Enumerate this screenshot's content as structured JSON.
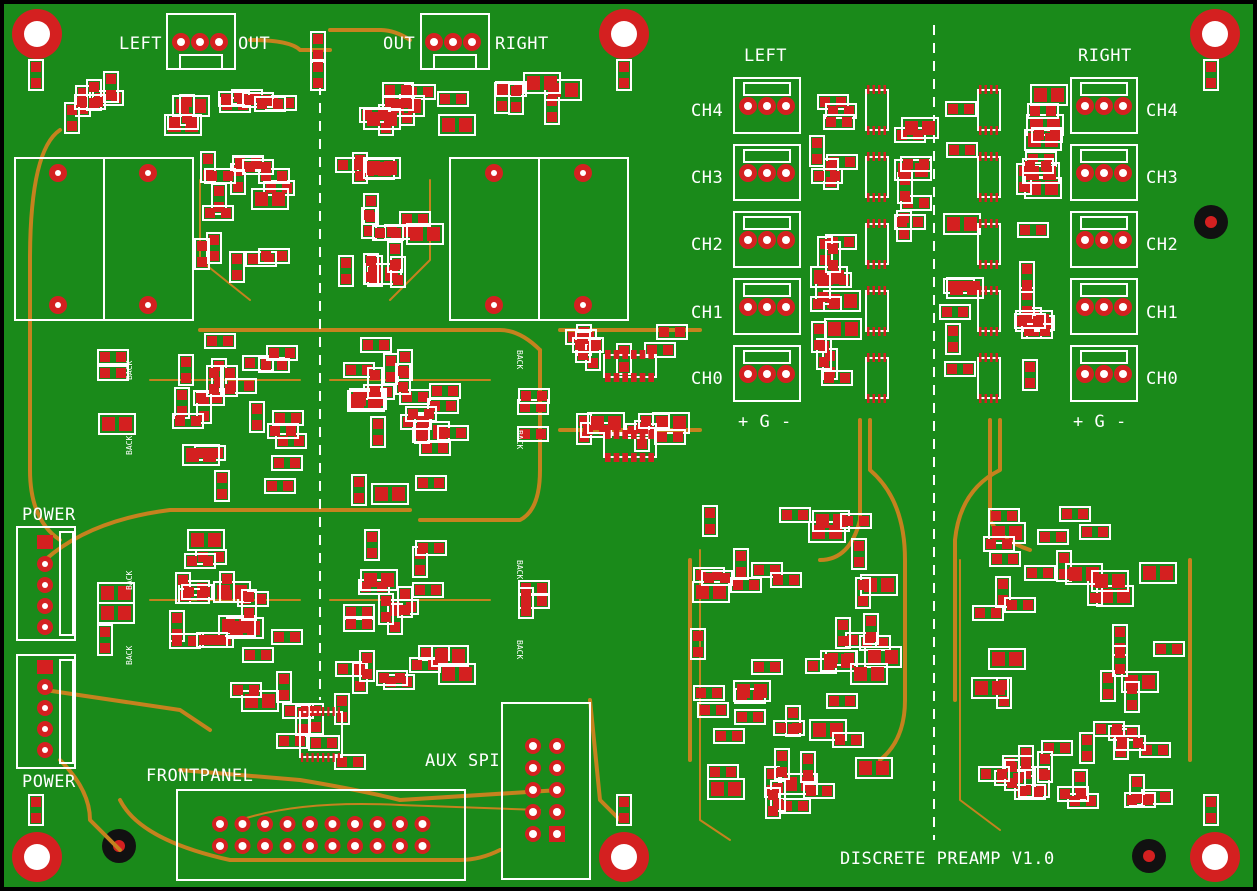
{
  "board": {
    "background_color": "#1a8a1a",
    "silkscreen_color": "#ffffff",
    "copper_color": "#d42020",
    "trace_color": "#c5821e",
    "title": "DISCRETE PREAMP V1.0"
  },
  "output_labels": {
    "left": "LEFT",
    "left_out": "OUT",
    "right_out": "OUT",
    "right": "RIGHT"
  },
  "input_section": {
    "left_heading": "LEFT",
    "right_heading": "RIGHT",
    "left_channels": [
      "CH4",
      "CH3",
      "CH2",
      "CH1",
      "CH0"
    ],
    "right_channels": [
      "CH4",
      "CH3",
      "CH2",
      "CH1",
      "CH0"
    ],
    "left_polarity": "+ G -",
    "right_polarity": "+ G -"
  },
  "power": {
    "top_label": "POWER",
    "bottom_label": "POWER"
  },
  "connectors": {
    "frontpanel": "FRONTPANEL",
    "aux_spi": "AUX SPI"
  },
  "small_labels": {
    "back": "BACK"
  }
}
